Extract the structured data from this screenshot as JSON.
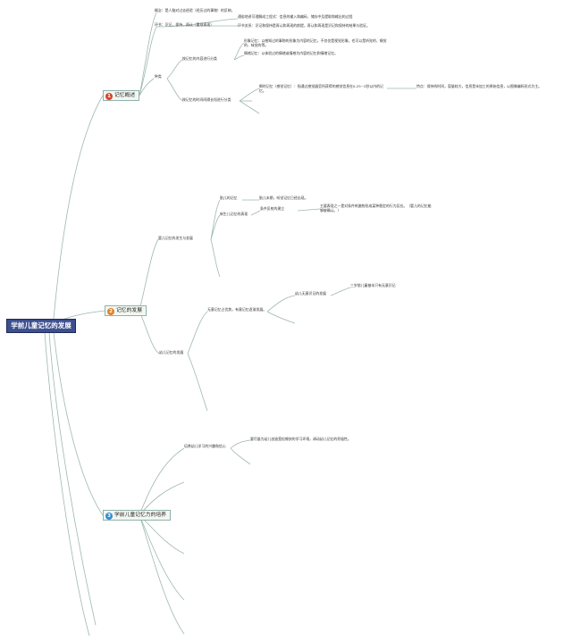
{
  "root": {
    "label": "学前儿童记忆的发展"
  },
  "branch1": {
    "number": "1",
    "label": "记忆概述",
    "concept": "概念：是人脑对过去经验（经历过的事物）的反映。",
    "process": "环节：识记、保持、再认（重现再现）",
    "process_detail1": "通俗地讲可理解成工程式：信息的输入和编码、储存中及提取和输出的过程",
    "process_detail2": "环节关系：识记和保持是再认和再现的前提，再认和再现是识记和保持的结果与验证。",
    "types": "种类",
    "content_type": "按记忆的内容进行分类",
    "image_memory": "形象记忆：以感知过的事物的形象为内容的记忆，不仅仅是视觉形象，也可以是听觉的、嗅觉的、味觉的等。",
    "emotion_memory": "情绪记忆：以体验过的情绪或情感为内容的记忆和情绪记忆。",
    "duration_type": "按记忆的时间间隔长短进行分类",
    "sensory_memory": "瞬时记忆（感觉记忆）：指通过感觉器官所获得的感觉信息在0.25~2秒以内的记忆。",
    "sensory_feature": "特点：保持的时间，容量较大，信息是未加工的原始信息，以图像编码形式为主。"
  },
  "branch2": {
    "number": "2",
    "label": "记忆的发展",
    "emergence": "婴儿记忆的发生与发展",
    "fetal": "胎儿的记忆",
    "fetal_detail": "胎儿末期，听觉记忆已经出现。",
    "newborn": "新生儿记忆的表现",
    "conditioning": "条件反射的建立",
    "conditioning_detail": "主要表现之一是对条件刺激物形成某种稳定的行为反应。（婴儿的记忆能够被确认。）",
    "preschool": "幼儿记忆的发展",
    "unintentional": "无意记忆占优势，有意记忆逐渐发展。",
    "main": "幼儿无意识记的发展",
    "main_detail": "三岁前儿童基本只有无意识记"
  },
  "branch3": {
    "number": "3",
    "label": "学前儿童记忆力的培养",
    "cultivate": "培养幼儿学习的兴趣和信心",
    "cultivate_detail": "要尽量为幼儿创造宽松愉快的学习环境，调动幼儿记忆的积极性。"
  }
}
